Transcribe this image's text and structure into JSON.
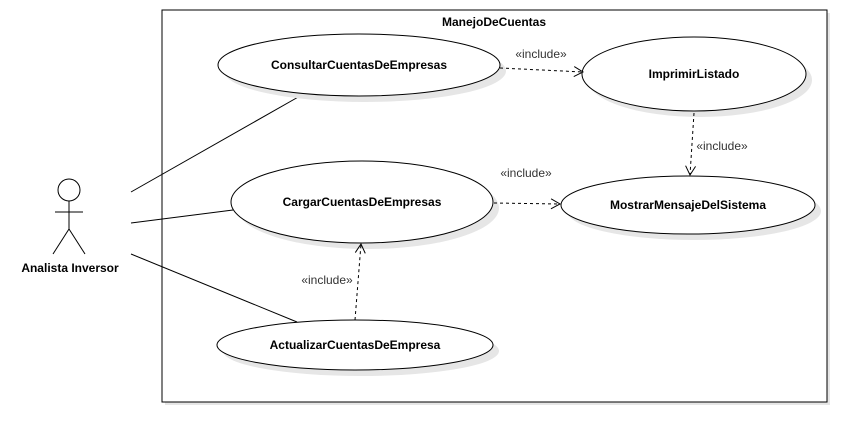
{
  "system": {
    "title": "ManejoDeCuentas"
  },
  "actor": {
    "name": "Analista Inversor"
  },
  "use_cases": {
    "consultar": "ConsultarCuentasDeEmpresas",
    "imprimir": "ImprimirListado",
    "cargar": "CargarCuentasDeEmpresas",
    "mostrar": "MostrarMensajeDelSistema",
    "actualizar": "ActualizarCuentasDeEmpresa"
  },
  "relations": {
    "include_label": "«include»"
  },
  "colors": {
    "stroke": "#000000",
    "shadow": "#e6e6e6",
    "fill": "#ffffff"
  }
}
